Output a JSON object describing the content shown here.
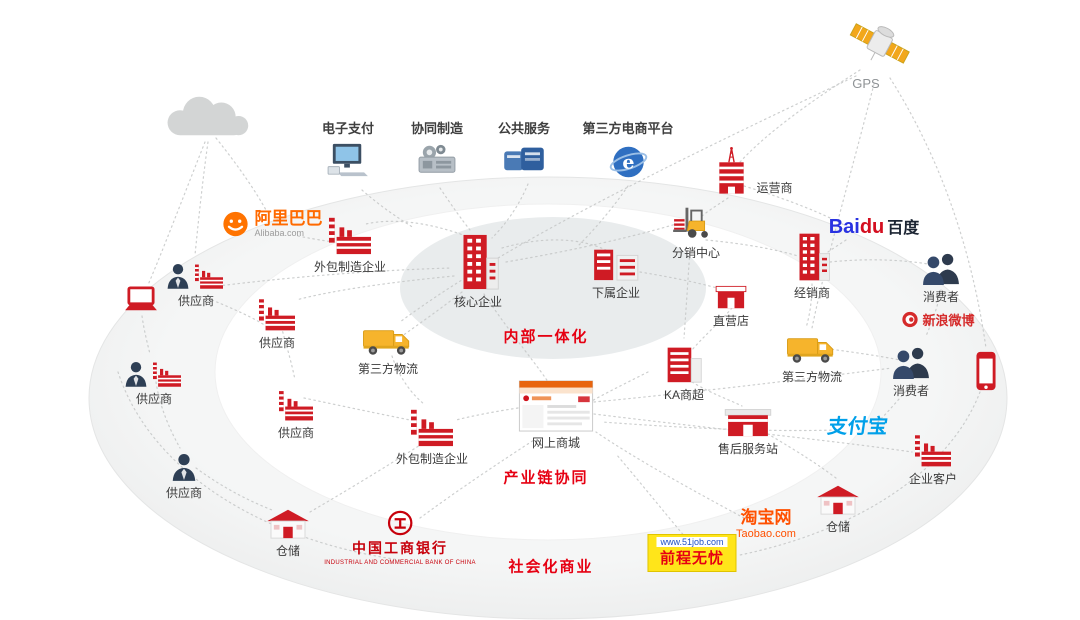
{
  "zones": {
    "inner": "内部一体化",
    "middle": "产业链协同",
    "outer": "社会化商业"
  },
  "top_services": [
    {
      "label": "电子支付",
      "icon": "payment-computer-icon"
    },
    {
      "label": "协同制造",
      "icon": "gear-machine-icon"
    },
    {
      "label": "公共服务",
      "icon": "public-service-machine-icon"
    },
    {
      "label": "第三方电商平台",
      "icon": "globe-icon"
    }
  ],
  "gps": {
    "label": "GPS",
    "icon": "satellite-icon"
  },
  "nodes": [
    {
      "label": "运营商",
      "icon": "telecom-tower-building-icon"
    },
    {
      "label": "外包制造企业",
      "icon": "factory-icon"
    },
    {
      "label": "核心企业",
      "icon": "headquarters-building-icon"
    },
    {
      "label": "下属企业",
      "icon": "twin-buildings-icon"
    },
    {
      "label": "分销中心",
      "icon": "forklift-icon"
    },
    {
      "label": "经销商",
      "icon": "office-building-icon"
    },
    {
      "label": "供应商",
      "icon": "person-with-factory-icon"
    },
    {
      "label": "供应商",
      "icon": "factory-icon"
    },
    {
      "label": "直营店",
      "icon": "storefront-icon"
    },
    {
      "label": "消费者",
      "icon": "people-icon"
    },
    {
      "label": "第三方物流",
      "icon": "truck-icon"
    },
    {
      "label": "第三方物流",
      "icon": "truck-icon"
    },
    {
      "label": "消费者",
      "icon": "people-icon"
    },
    {
      "label": "供应商",
      "icon": "person-with-factory-icon"
    },
    {
      "label": "KA商超",
      "icon": "mall-building-icon"
    },
    {
      "label": "供应商",
      "icon": "factory-icon"
    },
    {
      "label": "网上商城",
      "icon": "webpage-icon"
    },
    {
      "label": "外包制造企业",
      "icon": "factory-icon"
    },
    {
      "label": "售后服务站",
      "icon": "service-station-icon"
    },
    {
      "label": "企业客户",
      "icon": "factory-icon"
    },
    {
      "label": "供应商",
      "icon": "person-icon"
    },
    {
      "label": "仓储",
      "icon": "warehouse-icon"
    },
    {
      "label": "仓储",
      "icon": "warehouse-icon"
    }
  ],
  "logos": {
    "alibaba": {
      "name": "阿里巴巴",
      "domain": "Alibaba.com"
    },
    "baidu": {
      "latin_a": "Bai",
      "latin_b": "du",
      "cn": "百度"
    },
    "weibo": {
      "name": "新浪微博"
    },
    "alipay": {
      "name": "支付宝"
    },
    "taobao": {
      "name": "淘宝网",
      "domain": "Taobao.com"
    },
    "job51": {
      "url": "www.51job.com",
      "name": "前程无忧"
    },
    "icbc": {
      "name": "中国工商银行",
      "sub": "INDUSTRIAL AND COMMERCIAL BANK OF CHINA"
    }
  },
  "colors": {
    "accent_red": "#d0121b",
    "zone_label_red": "#e60012",
    "line_gray": "#c5c7c7"
  }
}
